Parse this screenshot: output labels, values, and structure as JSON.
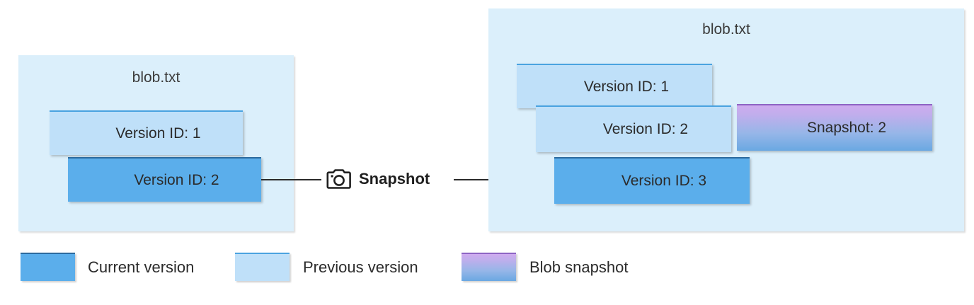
{
  "diagram": {
    "title_left": "blob.txt",
    "title_right": "blob.txt",
    "colors": {
      "panel_background": "#dbeffb",
      "current_version": "#5baeeb",
      "previous_version": "#bfe0f9",
      "snapshot_top": "#cfabef",
      "snapshot_bottom": "#6aa8e2",
      "connector": "#2b2b2b"
    },
    "left_panel": {
      "name": "blob.txt",
      "boxes": [
        {
          "label": "Version ID: 1",
          "kind": "previous"
        },
        {
          "label": "Version ID: 2",
          "kind": "current"
        }
      ]
    },
    "right_panel": {
      "name": "blob.txt",
      "boxes": [
        {
          "label": "Version ID: 1",
          "kind": "previous"
        },
        {
          "label": "Version ID: 2",
          "kind": "previous"
        },
        {
          "label": "Version ID: 3",
          "kind": "current"
        },
        {
          "label": "Snapshot: 2",
          "kind": "snapshot"
        }
      ]
    },
    "connector": {
      "label": "Snapshot",
      "icon": "camera-icon"
    },
    "legend": [
      {
        "label": "Current version",
        "kind": "current"
      },
      {
        "label": "Previous version",
        "kind": "previous"
      },
      {
        "label": "Blob snapshot",
        "kind": "snapshot"
      }
    ]
  }
}
